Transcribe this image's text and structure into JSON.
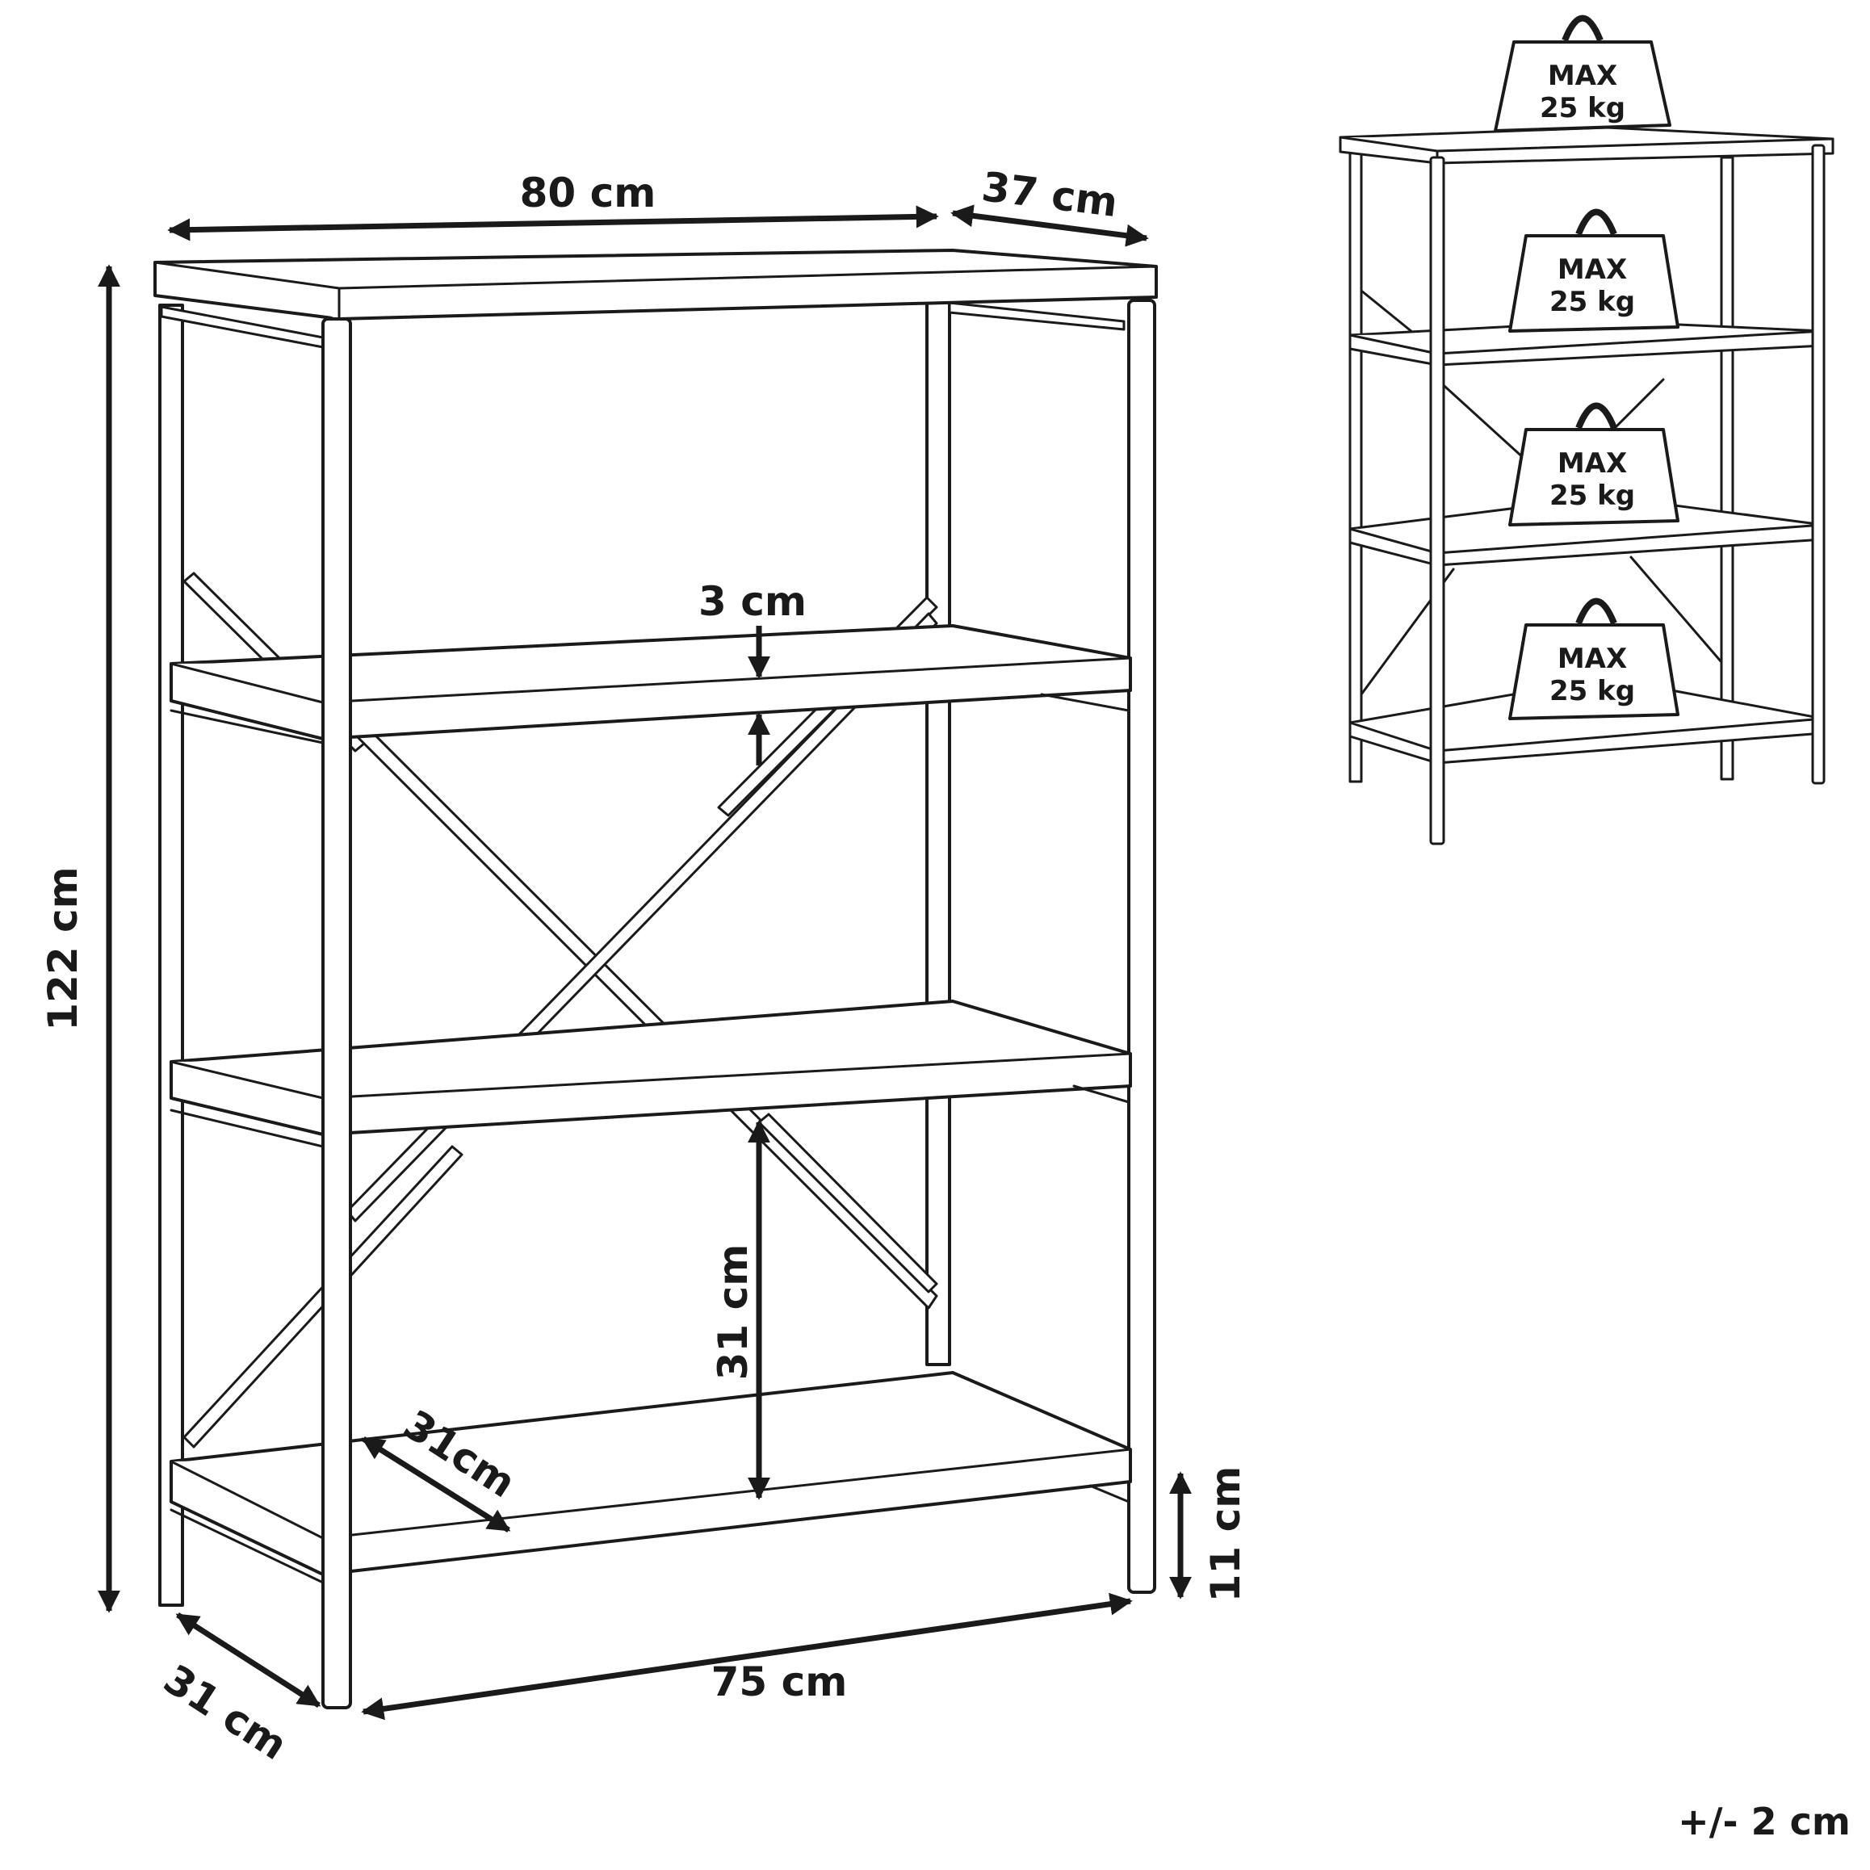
{
  "dimensions": {
    "width": "80 cm",
    "depth": "37 cm",
    "height": "122 cm",
    "shelf_thickness": "3 cm",
    "shelf_gap": "31 cm",
    "shelf_depth": "31cm",
    "bottom_clearance": "11 cm",
    "frame_depth": "31 cm",
    "frame_width": "75 cm"
  },
  "load_labels": [
    {
      "line1": "MAX",
      "line2": "25 kg"
    },
    {
      "line1": "MAX",
      "line2": "25 kg"
    },
    {
      "line1": "MAX",
      "line2": "25 kg"
    },
    {
      "line1": "MAX",
      "line2": "25 kg"
    }
  ],
  "tolerance": "+/- 2 cm"
}
